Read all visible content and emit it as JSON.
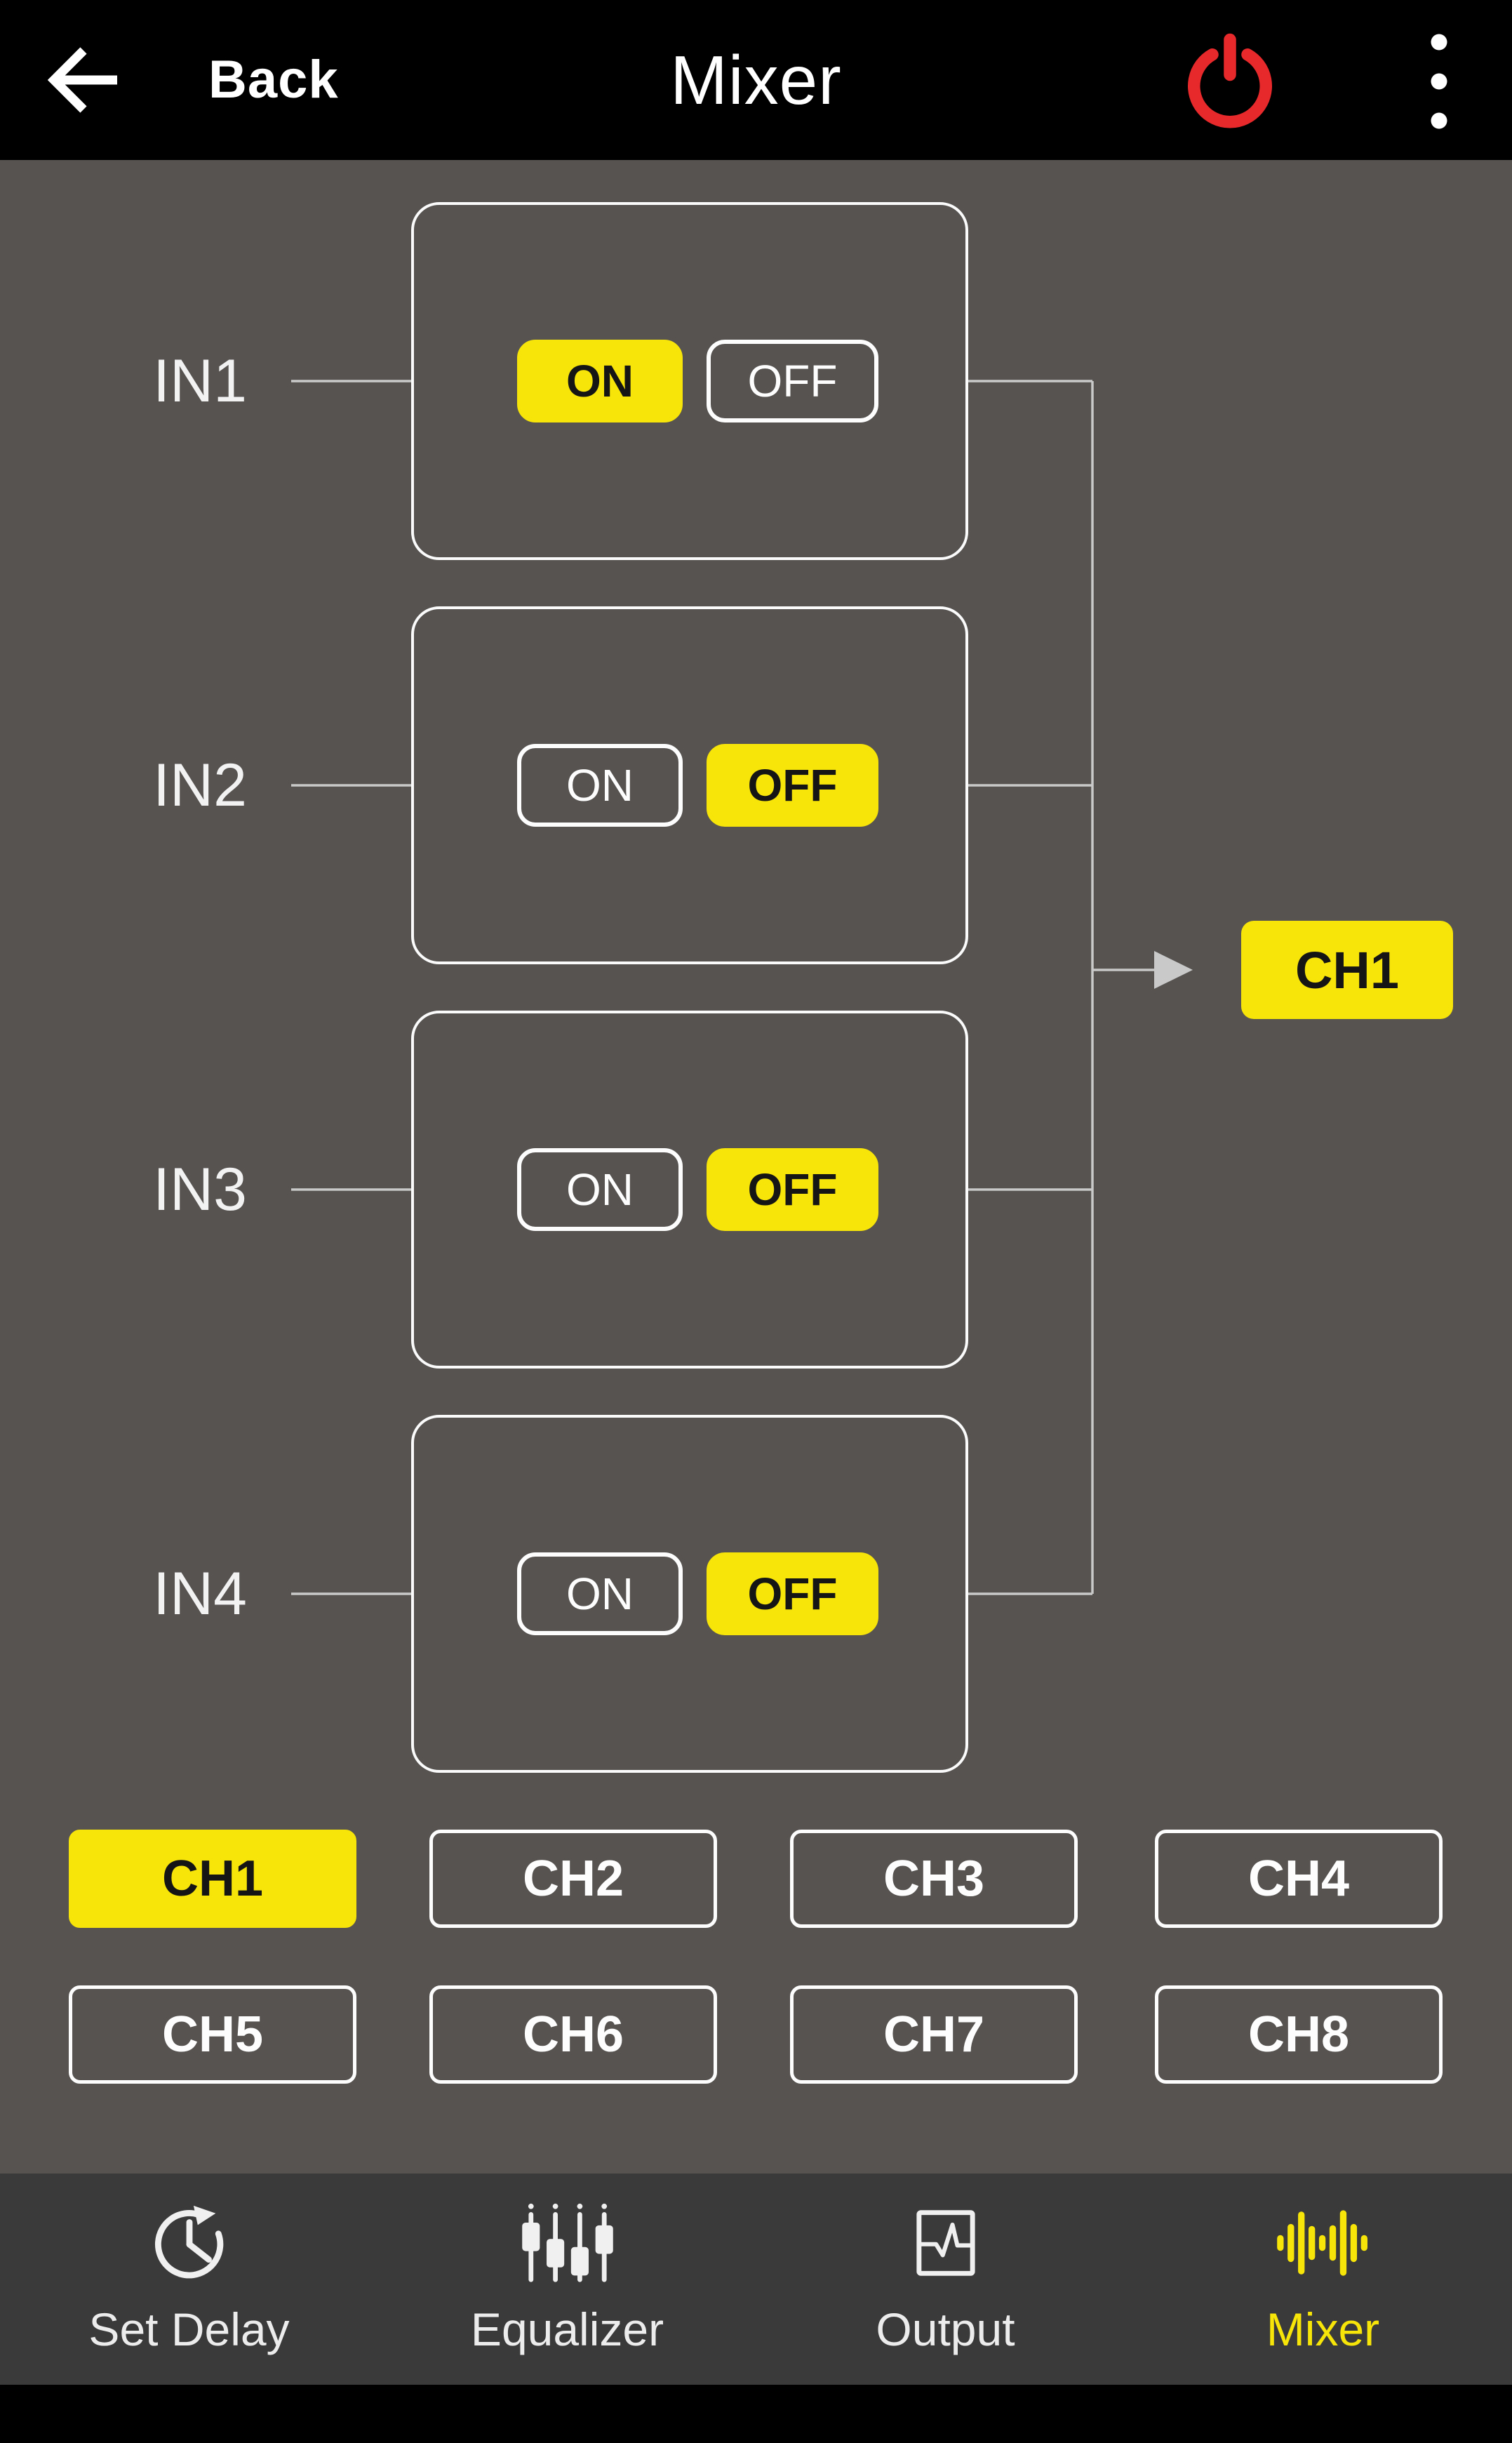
{
  "header": {
    "back_label": "Back",
    "title": "Mixer"
  },
  "colors": {
    "accent_yellow": "#f7e408",
    "power_red": "#e7292c",
    "background": "#565351",
    "nav_background": "#3a3a3a",
    "header_background": "#000000",
    "wire_gray": "#c9c9c9"
  },
  "mixer": {
    "on_label": "ON",
    "off_label": "OFF",
    "inputs": [
      {
        "label": "IN1",
        "on_active": true,
        "off_active": false
      },
      {
        "label": "IN2",
        "on_active": false,
        "off_active": true
      },
      {
        "label": "IN3",
        "on_active": false,
        "off_active": true
      },
      {
        "label": "IN4",
        "on_active": false,
        "off_active": true
      }
    ],
    "output_channel": "CH1",
    "channels": [
      {
        "label": "CH1",
        "active": true
      },
      {
        "label": "CH2",
        "active": false
      },
      {
        "label": "CH3",
        "active": false
      },
      {
        "label": "CH4",
        "active": false
      },
      {
        "label": "CH5",
        "active": false
      },
      {
        "label": "CH6",
        "active": false
      },
      {
        "label": "CH7",
        "active": false
      },
      {
        "label": "CH8",
        "active": false
      }
    ]
  },
  "nav": {
    "items": [
      {
        "label": "Set Delay",
        "icon": "clock-history-icon",
        "active": false
      },
      {
        "label": "Equalizer",
        "icon": "equalizer-sliders-icon",
        "active": false
      },
      {
        "label": "Output",
        "icon": "output-pulse-icon",
        "active": false
      },
      {
        "label": "Mixer",
        "icon": "audio-waveform-icon",
        "active": true
      }
    ]
  }
}
